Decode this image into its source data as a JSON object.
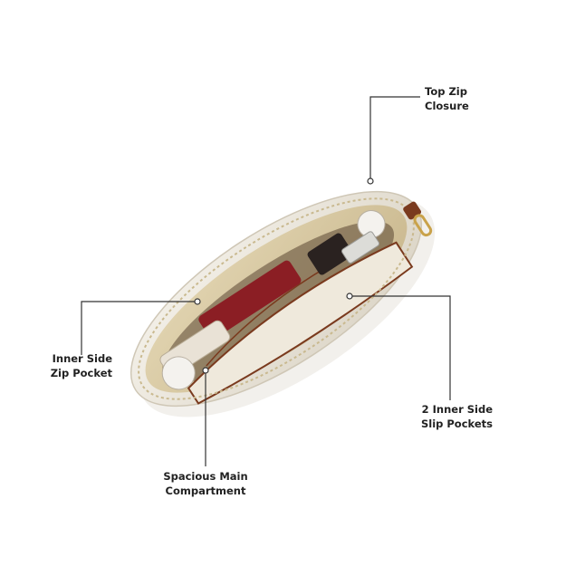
{
  "callouts": {
    "top_zip": {
      "line1": "Top Zip",
      "line2": "Closure"
    },
    "inner_zip_pocket": {
      "line1": "Inner Side",
      "line2": "Zip Pocket"
    },
    "slip_pockets": {
      "line1": "2 Inner Side",
      "line2": "Slip Pockets"
    },
    "main_compartment": {
      "line1": "Spacious Main",
      "line2": "Compartment"
    }
  },
  "colors": {
    "bag_shell": "#ece7dc",
    "lining": "#d7c8a4",
    "accent_leather": "#7a3a1e",
    "zipper_gold": "#c9a24a",
    "wallet": "#8b1e24",
    "leader_line": "#333333"
  }
}
